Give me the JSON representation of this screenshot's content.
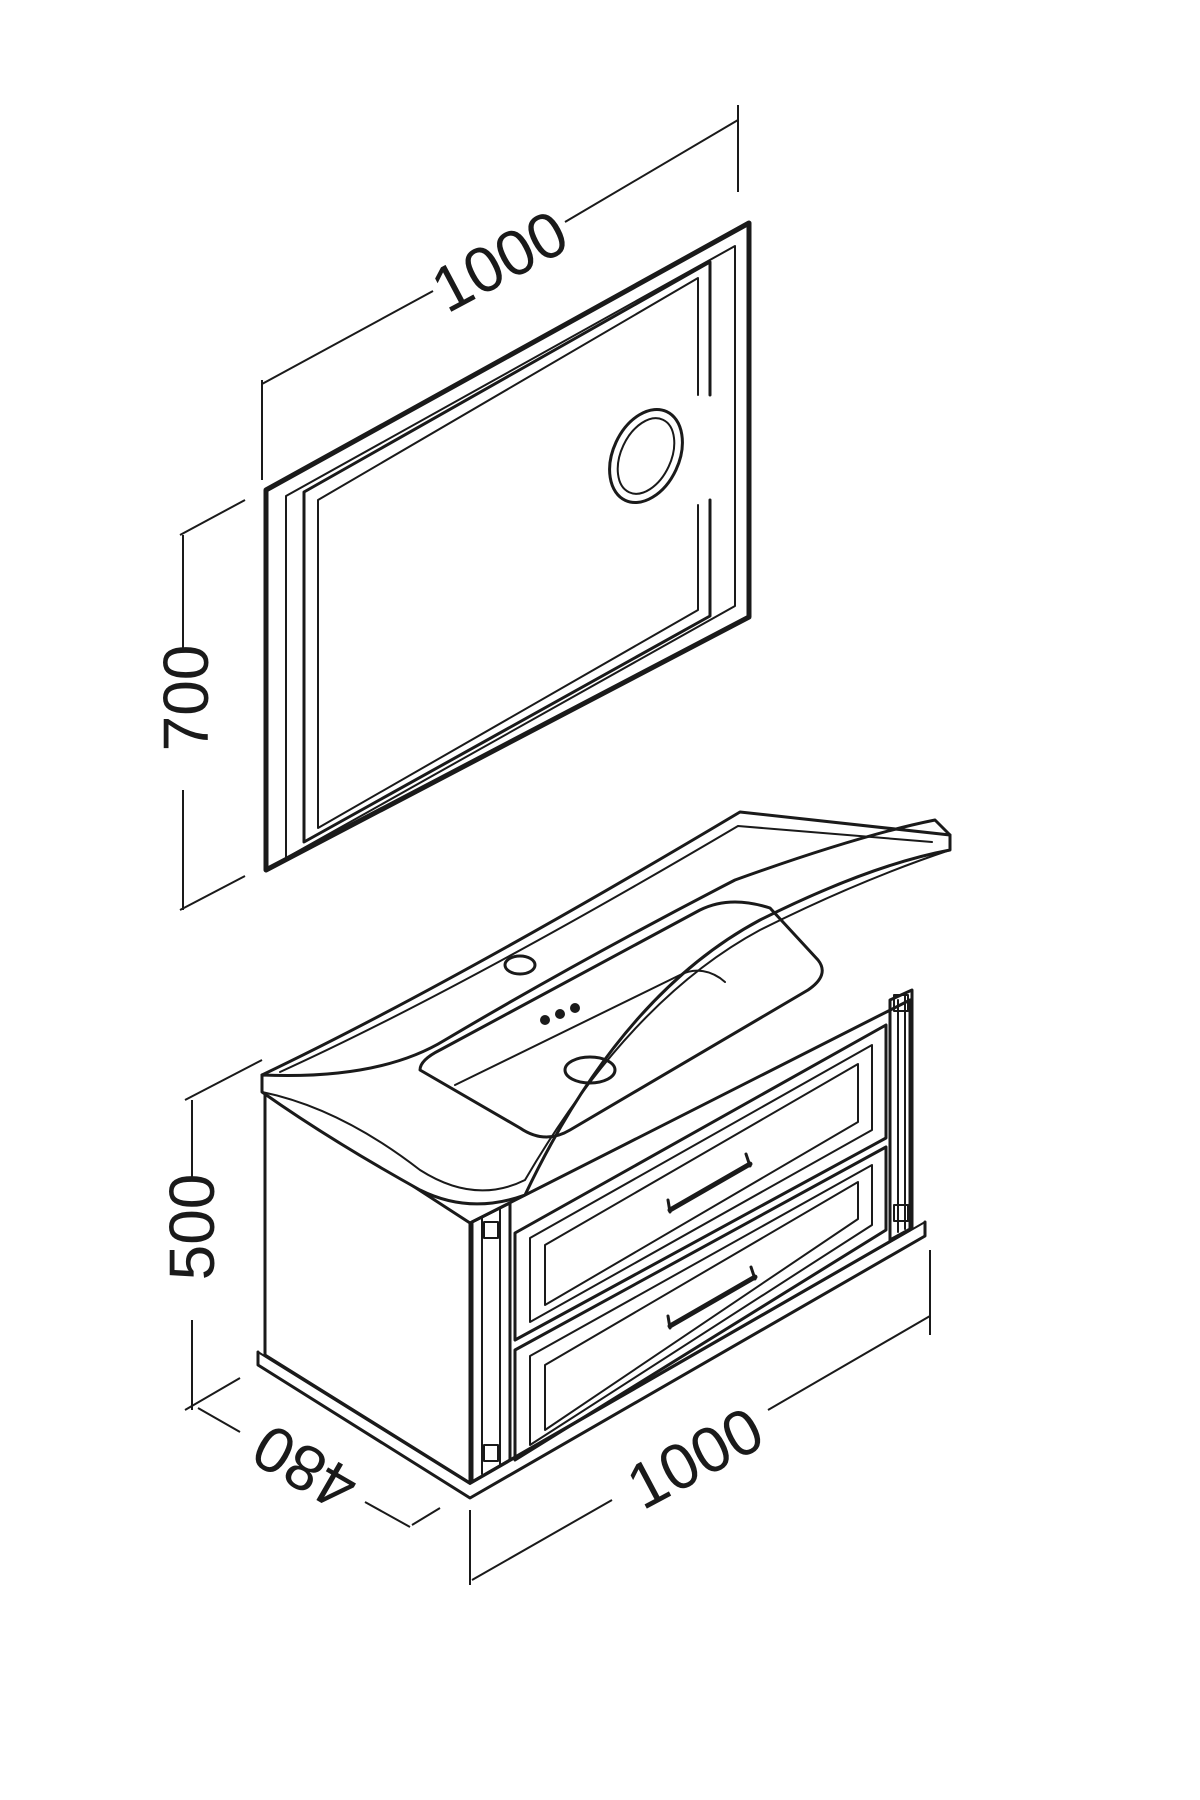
{
  "mirror": {
    "width_label": "1000",
    "height_label": "700"
  },
  "vanity": {
    "height_label": "500",
    "depth_label": "480",
    "width_label": "1000"
  },
  "colors": {
    "line": "#1a1a1a",
    "background": "#ffffff"
  }
}
